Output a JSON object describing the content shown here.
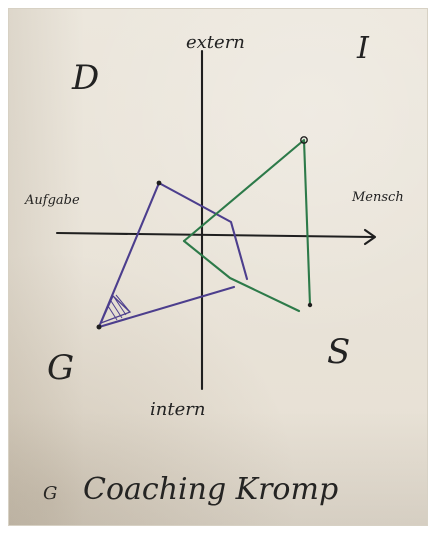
{
  "sheet": {
    "labels": {
      "top": "extern",
      "bottom": "intern",
      "left": "Aufgabe",
      "right": "Mensch",
      "quadrant_d": "D",
      "quadrant_i": "I",
      "quadrant_g": "G",
      "quadrant_s": "S",
      "caption_prefix": "G",
      "caption_text": "Coaching Kromp"
    },
    "colors": {
      "axis": "#1f1f1f",
      "purple": "#4c3e8d",
      "green": "#2d7a49",
      "red": "#d85a49",
      "ink": "#1f1f1f"
    }
  }
}
